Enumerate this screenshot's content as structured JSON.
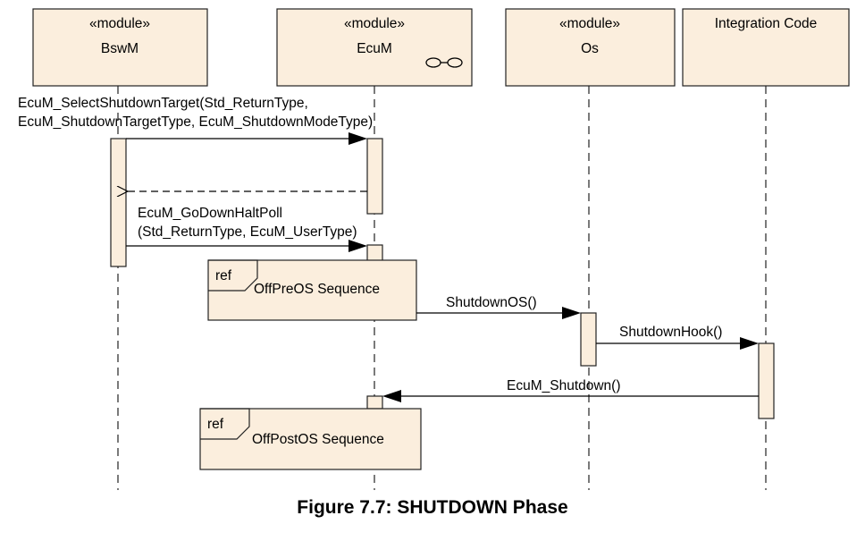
{
  "participants": [
    {
      "stereotype": "«module»",
      "name": "BswM"
    },
    {
      "stereotype": "«module»",
      "name": "EcuM"
    },
    {
      "stereotype": "«module»",
      "name": "Os"
    },
    {
      "stereotype": "",
      "name": "Integration Code"
    }
  ],
  "messages": {
    "select_shutdown_target": [
      "EcuM_SelectShutdownTarget(Std_ReturnType,",
      "EcuM_ShutdownTargetType, EcuM_ShutdownModeType)"
    ],
    "go_down_halt_poll": [
      "EcuM_GoDownHaltPoll",
      "(Std_ReturnType, EcuM_UserType)"
    ],
    "shutdown_os": "ShutdownOS()",
    "shutdown_hook": "ShutdownHook()",
    "ecum_shutdown": "EcuM_Shutdown()"
  },
  "refs": [
    {
      "tag": "ref",
      "label": "OffPreOS Sequence"
    },
    {
      "tag": "ref",
      "label": "OffPostOS Sequence"
    }
  ],
  "caption": "Figure 7.7: SHUTDOWN Phase"
}
